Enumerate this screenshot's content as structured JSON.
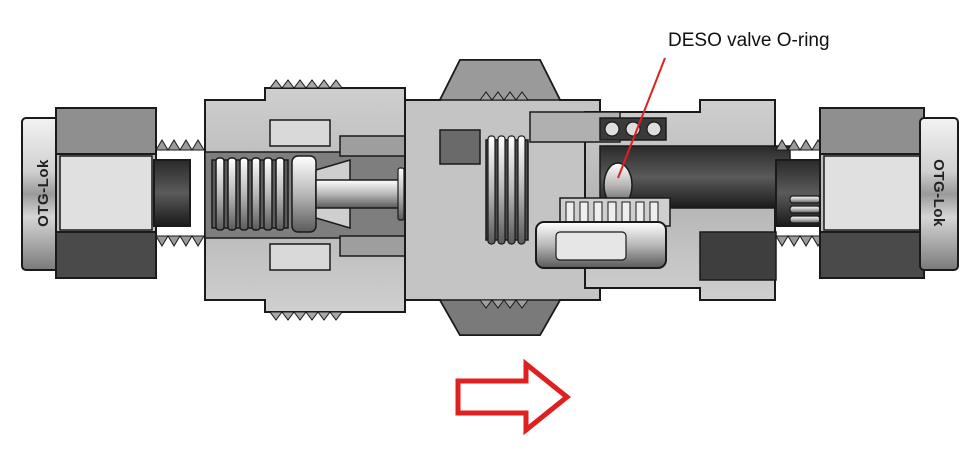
{
  "callout": {
    "label": "DESO valve O-ring",
    "line_color": "#e02020"
  },
  "fittings": {
    "left_brand": "OTG-Lok",
    "right_brand": "OTG-Lok"
  },
  "flow_arrow": {
    "direction": "right",
    "color": "#e02020"
  },
  "colors": {
    "metal_light": "#e6e6e6",
    "metal_mid": "#bdbdbd",
    "metal_dark": "#6e6e6e",
    "outline": "#1a1a1a"
  }
}
